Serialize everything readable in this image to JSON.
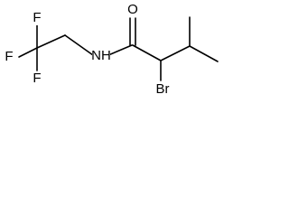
{
  "diagram": {
    "type": "chemical-structure",
    "atoms": {
      "o": "O",
      "n": "NH",
      "br": "Br",
      "f_top": "F",
      "f_left": "F",
      "f_bottom": "F"
    },
    "colors": {
      "bond": "#000000",
      "text": "#000000",
      "background": "#ffffff"
    }
  }
}
